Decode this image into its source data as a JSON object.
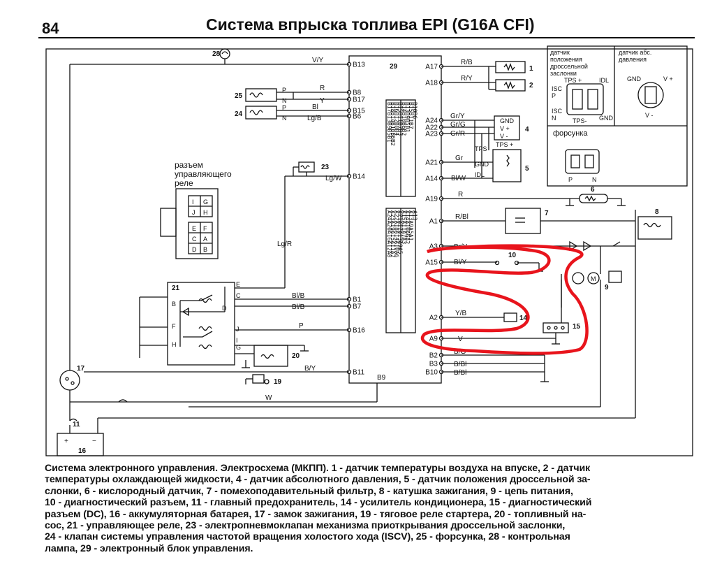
{
  "header": {
    "page_number": "84",
    "title": "Система впрыска топлива EPI (G16A CFI)"
  },
  "ecu": {
    "number": "29"
  },
  "pins_left": {
    "B13": "B13",
    "B8": "B8",
    "B17": "B17",
    "B15": "B15",
    "B6": "B6",
    "B14": "B14",
    "B1": "B1",
    "B7": "B7",
    "B16": "B16",
    "B11": "B11",
    "B9": "B9"
  },
  "pins_right": {
    "A17": "A17",
    "A18": "A18",
    "A24": "A24",
    "A22": "A22",
    "A23": "A23",
    "A21": "A21",
    "A14": "A14",
    "A19": "A19",
    "A1": "A1",
    "A3": "A3",
    "A15": "A15",
    "A2": "A2",
    "A9": "A9",
    "B2": "B2",
    "B3": "B3",
    "B10": "B10"
  },
  "wires": {
    "vy": "V/Y",
    "r": "R",
    "y": "Y",
    "bl": "Bl",
    "lgb": "Lg/B",
    "lgw": "Lg/W",
    "lgr": "Lg/R",
    "blb1": "Bl/B",
    "blb2": "Bl/B",
    "p": "P",
    "by": "B/Y",
    "w": "W",
    "rb": "R/B",
    "ry": "R/Y",
    "gry": "Gr/Y",
    "grg": "Gr/G",
    "grr": "Gr/R",
    "gr": "Gr",
    "blw": "Bl/W",
    "rr": "R",
    "rbl": "R/Bl",
    "bry": "Br/Y",
    "bly": "Bl/Y",
    "yb": "Y/B",
    "v": "V",
    "bg": "B/G",
    "bbl1": "B/Bl",
    "bbl2": "B/Bl"
  },
  "wire_letters": {
    "p1": "P",
    "n1": "N",
    "p2": "P",
    "n2": "N"
  },
  "components": {
    "c1": "1",
    "c2": "2",
    "c4": "4",
    "c5": "5",
    "c6": "6",
    "c7": "7",
    "c8": "8",
    "c9": "9",
    "c10": "10",
    "c11": "11",
    "c14": "14",
    "c15": "15",
    "c16": "16",
    "c17": "17",
    "c19": "19",
    "c20": "20",
    "c21": "21",
    "c23": "23",
    "c24": "24",
    "c25": "25",
    "c28": "28"
  },
  "sensor4": {
    "gnd": "GND",
    "vplus": "V +",
    "vminus": "V -"
  },
  "sensor5": {
    "tps": "TPS",
    "tps_plus": "TPS +",
    "gnd": "GND",
    "idl": "IDL"
  },
  "relay21": {
    "e": "E",
    "c": "C",
    "b": "B",
    "d": "D",
    "f": "F",
    "j": "J",
    "h": "H",
    "i": "I",
    "g": "G"
  },
  "relay_connector": {
    "label_lines": [
      "разъем",
      "управляющего",
      "реле"
    ],
    "row1": [
      "I",
      "G"
    ],
    "row2": [
      "J",
      "H"
    ],
    "row3": [
      "E",
      "F"
    ],
    "row4": [
      "C",
      "A"
    ],
    "row5": [
      "D",
      "B"
    ]
  },
  "ecu_pin_columns": {
    "upper": [
      "B17B13B9B5B1",
      "B18B14B10B6B2",
      "B16B12B8B4",
      "B15B11B7B3",
      "B14B10B6B2",
      "B13B9B5B1",
      "B15B11B7",
      "B10B6"
    ],
    "lower": [
      "A24A20A16A12A8",
      "A23A19A15A11A7",
      "A22A18A14A10A6",
      "A21A17A13A9A5",
      "A15A11A7A3",
      "A14A10A6A2",
      "A13A9A5A1",
      "A13"
    ]
  },
  "inset": {
    "tps_sensor_lines": [
      "датчик",
      "положения",
      "дроссельной",
      "заслонки"
    ],
    "map_sensor_lines": [
      "датчик абс.",
      "давления"
    ],
    "tps_plus": "TPS +",
    "idl": "IDL",
    "isc_p": "ISC",
    "p": "P",
    "isc_n": "ISC",
    "n": "N",
    "tps_minus": "TPS-",
    "gnd": "GND",
    "map_gnd": "GND",
    "map_vplus": "V +",
    "map_vminus": "V -",
    "injector_label": "форсунка",
    "inj_p": "P",
    "inj_n": "N"
  },
  "caption_lines": [
    "Система электронного управления. Электросхема (МКПП). 1 - датчик температуры воздуха на впуске, 2 - датчик",
    "температуры охлаждающей жидкости, 4 - датчик абсолютного давления, 5 - датчик положения дроссельной за-",
    "слонки, 6 - кислородный датчик, 7 - помехоподавительный фильтр, 8 - катушка зажигания, 9 - цепь питания,",
    "10 - диагностический разъем, 11 - главный предохранитель, 14 - усилитель кондиционера, 15 - диагностический",
    "разъем (DC), 16 - аккумуляторная батарея, 17 - замок зажигания, 19 - тяговое реле стартера, 20 - топливный на-",
    "сос, 21 - управляющее реле, 23 - электропневмоклапан механизма приоткрывания дроссельной заслонки,",
    "24 - клапан системы управления частотой вращения холостого хода (ISCV), 25 - форсунка, 28 - контрольная",
    "лампа, 29 - электронный блок управления."
  ],
  "colors": {
    "line": "#111111",
    "highlight": "#e8141c",
    "background": "#ffffff"
  }
}
